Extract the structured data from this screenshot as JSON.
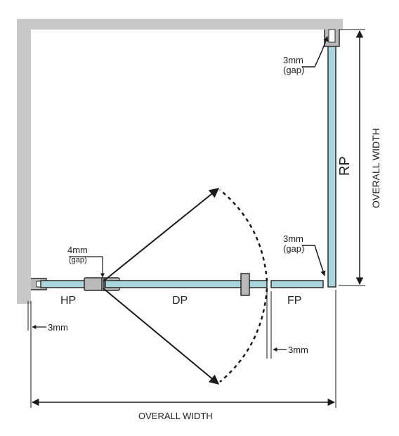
{
  "labels": {
    "hp": "HP",
    "dp": "DP",
    "fp": "FP",
    "rp": "RP",
    "overall_width_bottom": "OVERALL WIDTH",
    "overall_width_right": "OVERALL WIDTH",
    "gap_left_mm": "3mm",
    "gap_right_mm": "3mm",
    "hinge_gap_mm": "4mm",
    "hinge_gap_word": "(gap)",
    "rp_top_gap_mm": "3mm",
    "rp_top_gap_word": "(gap)",
    "rp_bottom_gap_mm": "3mm",
    "rp_bottom_gap_word": "(gap)"
  },
  "colors": {
    "wall": "#c8c8c8",
    "glass": "#a9d6dc",
    "glass_stroke": "#2b2b2b",
    "fitting": "#b9b9b9",
    "line": "#1a1a1a"
  },
  "icons": {
    "hinge": "hinge-icon",
    "door_handle": "door-handle-icon",
    "wall_channel": "wall-channel-icon"
  }
}
